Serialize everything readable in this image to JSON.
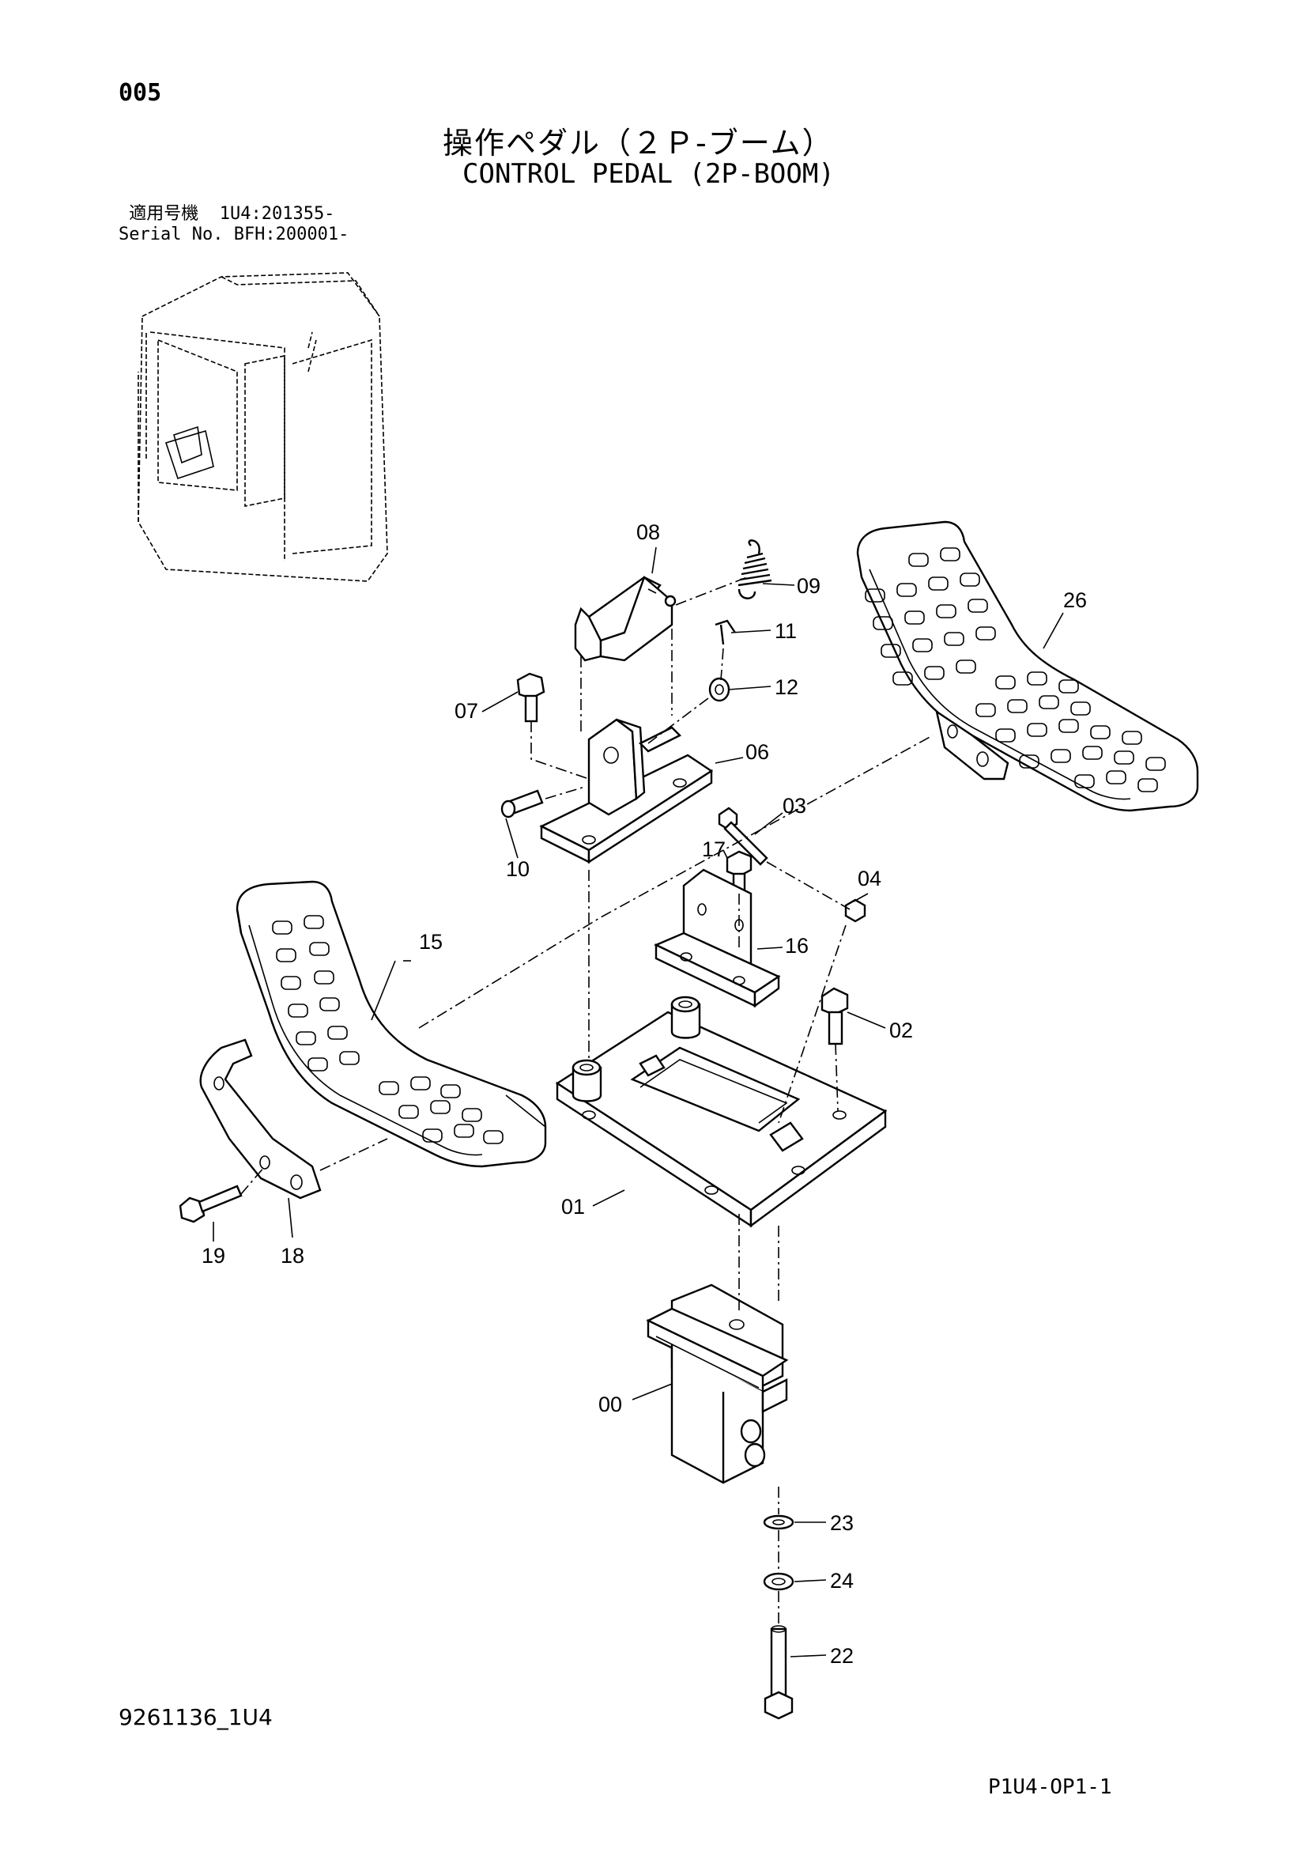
{
  "header": {
    "page_number": "005",
    "title_jp": "操作ペダル（２Ｐ-ブーム）",
    "title_en": "CONTROL PEDAL (2P-BOOM)",
    "serial_line1": " 適用号機  1U4:201355-",
    "serial_line2": "Serial No. BFH:200001-"
  },
  "parts": {
    "p00": "00",
    "p01": "01",
    "p02": "02",
    "p03": "03",
    "p04": "04",
    "p06": "06",
    "p07": "07",
    "p08": "08",
    "p09": "09",
    "p10": "10",
    "p11": "11",
    "p12": "12",
    "p15": "15",
    "p16": "16",
    "p17": "17",
    "p18": "18",
    "p19": "19",
    "p22": "22",
    "p23": "23",
    "p24": "24",
    "p26": "26"
  },
  "footer": {
    "drawing_number": "9261136_1U4",
    "page_code": "P1U4-OP1-1"
  }
}
